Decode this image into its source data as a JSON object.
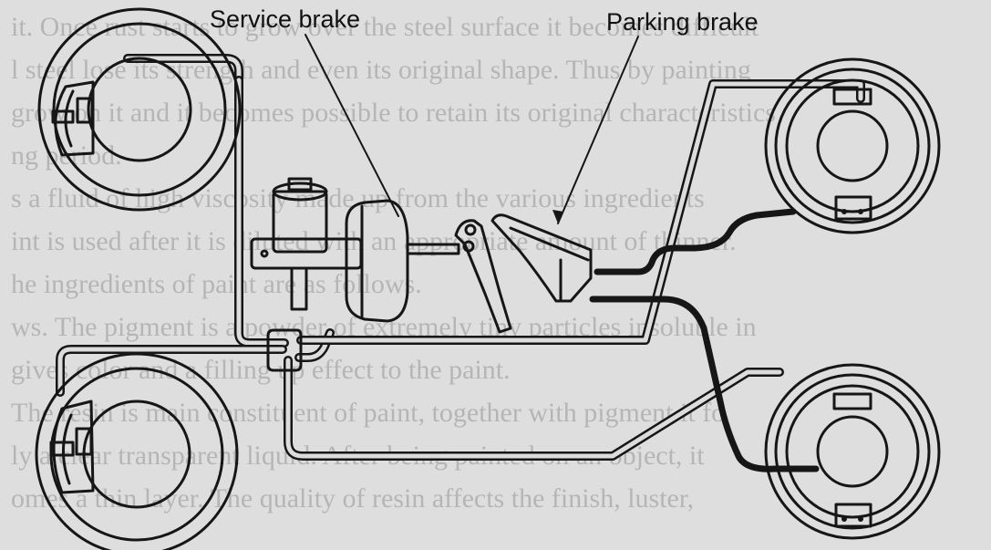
{
  "labels": {
    "service_brake": "Service brake",
    "parking_brake": "Parking brake"
  },
  "background_text": [
    "it. Once rust starts to grow over the steel surface it becomes difficult",
    "l steel lose its strength and even its original shape. Thus by painting",
    "grow on it and it becomes possible to retain its original characteristics",
    "ng period.",
    "s a fluid of high viscosity made up from the various ingredients",
    "int is used after it is diluted with an appropriate amount of thinner.",
    "he ingredients of paint are as follows.",
    "ws. The pigment is a powder of extremely tiny particles insoluble in",
    "gives color and a filling up effect to the paint.",
    "The resin is main constituent of paint, together with pigment it fo",
    "ly a clear transparent liquid. After being painted on an object, it",
    "omes a thin layer. The quality of resin affects the finish, luster,"
  ],
  "colors": {
    "ink": "#161616",
    "paper": "#dedede"
  }
}
